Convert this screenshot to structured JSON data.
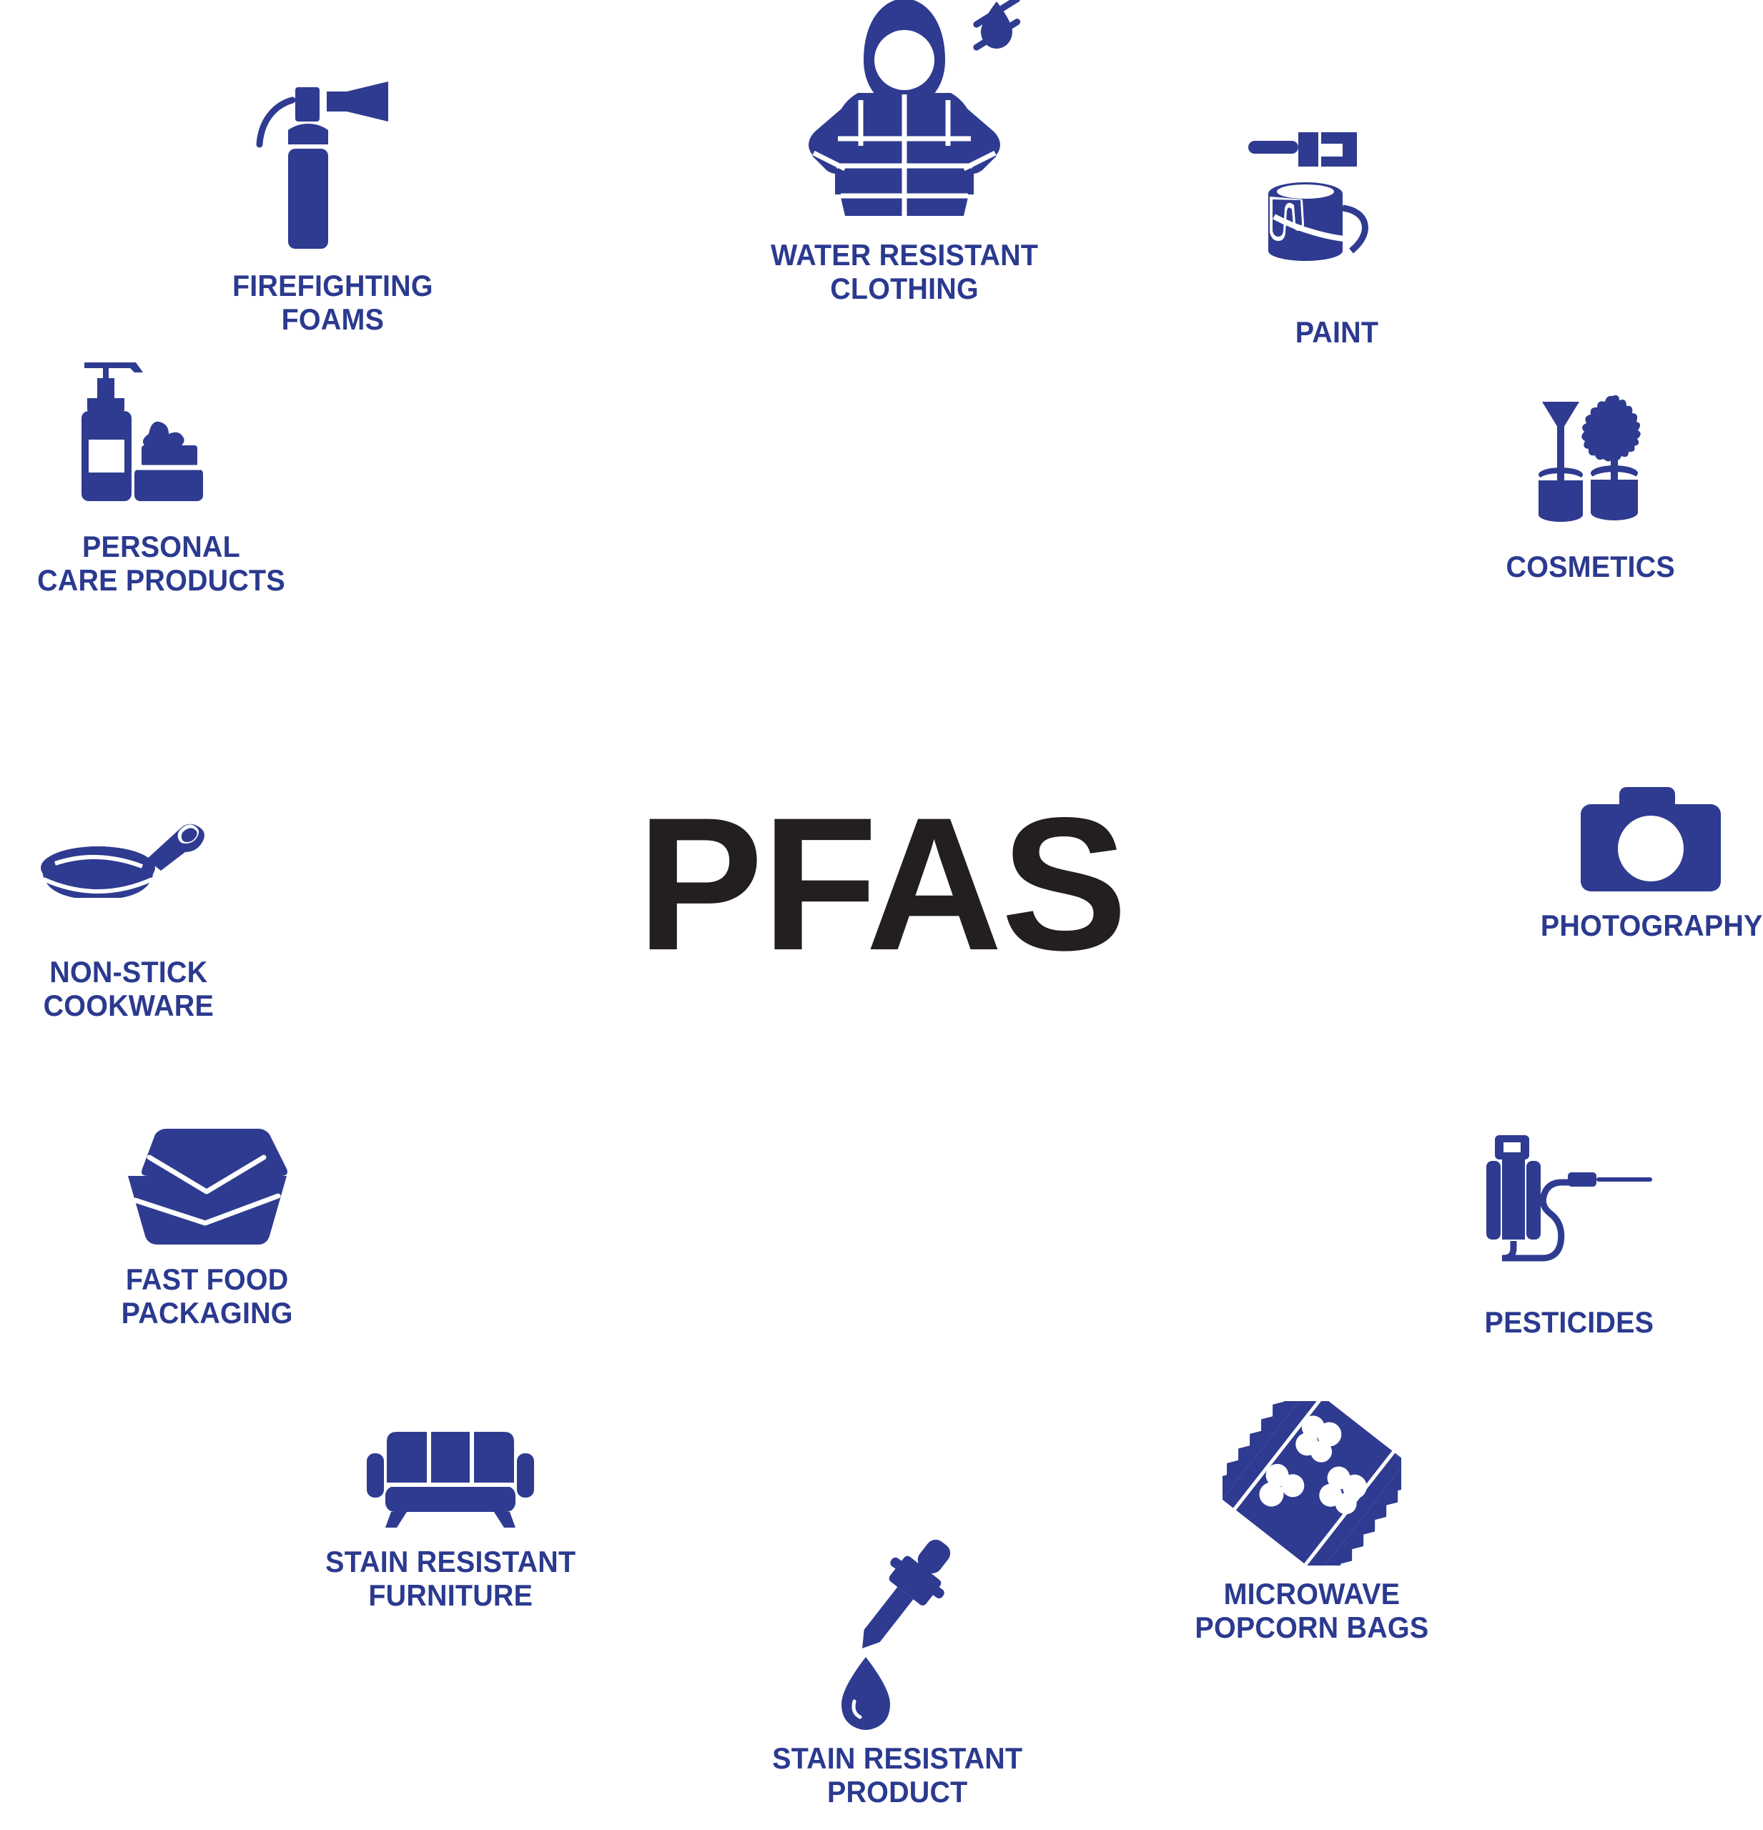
{
  "colors": {
    "brand_blue": "#2b3a8f",
    "icon_blue": "#2e3b90",
    "title_black": "#231f20",
    "background": "#ffffff"
  },
  "center": {
    "title": "PFAS"
  },
  "nodes": [
    {
      "id": "firefighting",
      "icon": "fire-extinguisher-icon",
      "label": "FIREFIGHTING\nFOAMS"
    },
    {
      "id": "waterclothing",
      "icon": "water-resistant-jacket-icon",
      "label": "WATER RESISTANT\nCLOTHING"
    },
    {
      "id": "paint",
      "icon": "paint-can-brush-icon",
      "label": "PAINT"
    },
    {
      "id": "cosmetics",
      "icon": "mascara-cosmetics-icon",
      "label": "COSMETICS"
    },
    {
      "id": "personalcare",
      "icon": "pump-bottle-cream-jar-icon",
      "label": "PERSONAL\nCARE PRODUCTS"
    },
    {
      "id": "photography",
      "icon": "camera-icon",
      "label": "PHOTOGRAPHY"
    },
    {
      "id": "cookware",
      "icon": "frying-pan-icon",
      "label": "NON-STICK\nCOOKWARE"
    },
    {
      "id": "pesticides",
      "icon": "pesticide-sprayer-icon",
      "label": "PESTICIDES"
    },
    {
      "id": "fastfood",
      "icon": "clamshell-container-icon",
      "label": "FAST FOOD\nPACKAGING"
    },
    {
      "id": "popcorn",
      "icon": "popcorn-bag-icon",
      "label": "MICROWAVE\nPOPCORN BAGS"
    },
    {
      "id": "furniture",
      "icon": "sofa-icon",
      "label": "STAIN RESISTANT\nFURNITURE"
    },
    {
      "id": "stainproduct",
      "icon": "dropper-pipette-icon",
      "label": "STAIN RESISTANT\nPRODUCT"
    }
  ]
}
